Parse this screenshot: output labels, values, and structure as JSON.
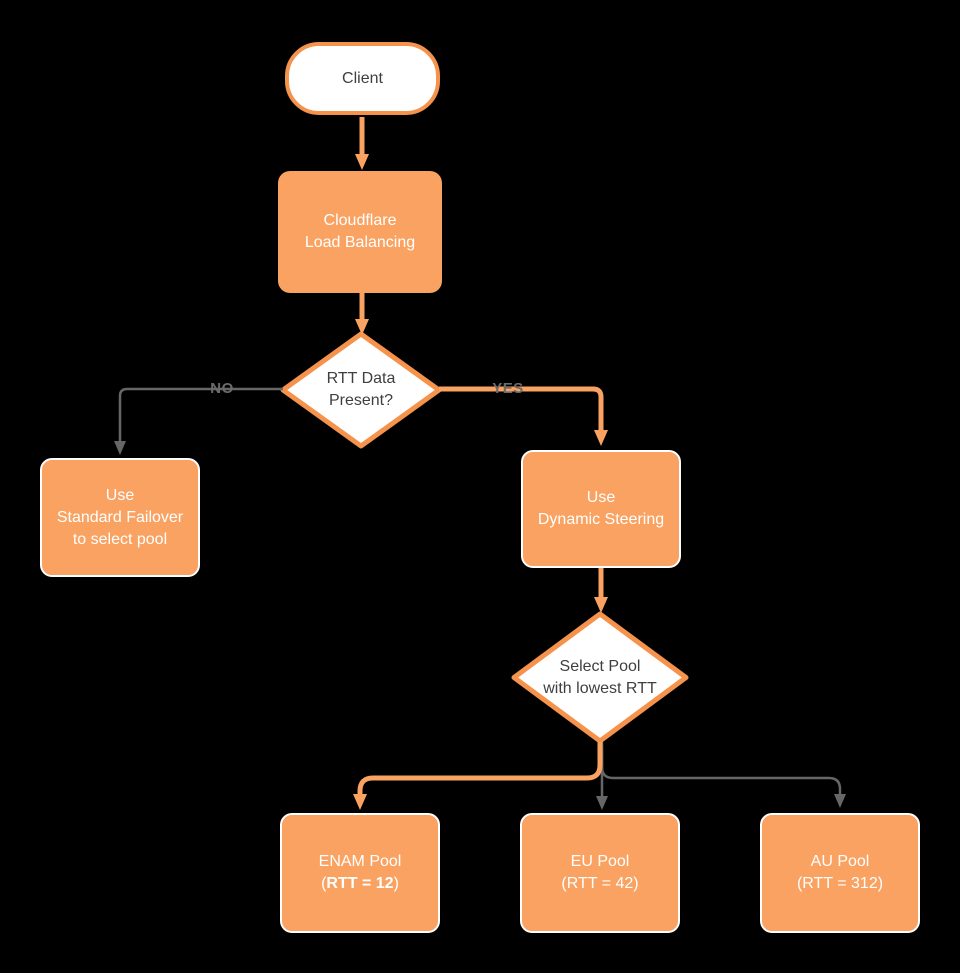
{
  "colors": {
    "background": "#000000",
    "shape_orange": "#F9A261",
    "shape_border_orange": "#F5934C",
    "gray_connector": "#666666",
    "edge_label_gray": "#6B6B6B",
    "dark_text": "#3F3F3F",
    "white_text": "#FFFFFF"
  },
  "nodes": {
    "client": {
      "label": "Client"
    },
    "cloudflare": {
      "label": "Cloudflare\nLoad Balancing"
    },
    "rtt_decision": {
      "label": "RTT Data\nPresent?"
    },
    "failover": {
      "label": "Use\nStandard Failover\nto select pool"
    },
    "dynamic_steering": {
      "label": "Use\nDynamic Steering"
    },
    "select_pool": {
      "label": "Select Pool\nwith lowest RTT"
    },
    "enam_pool": {
      "name": "ENAM Pool",
      "paren_open": "(",
      "rtt_bold": "RTT = 12",
      "paren_close": ")"
    },
    "eu_pool": {
      "name": "EU Pool",
      "rtt": "(RTT = 42)"
    },
    "au_pool": {
      "name": "AU Pool",
      "rtt": "(RTT = 312)"
    }
  },
  "edge_labels": {
    "no": "NO",
    "yes": "YES"
  }
}
